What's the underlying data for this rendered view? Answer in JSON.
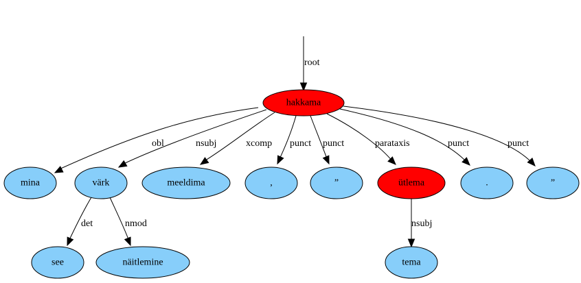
{
  "colors": {
    "head": "#ff0000",
    "dependent": "#87cefa",
    "stroke": "#000000"
  },
  "root_label": "root",
  "nodes": [
    {
      "id": "hakkama",
      "label": "hakkama",
      "kind": "head"
    },
    {
      "id": "mina",
      "label": "mina",
      "kind": "dependent"
    },
    {
      "id": "vark",
      "label": "värk",
      "kind": "dependent"
    },
    {
      "id": "meeldima",
      "label": "meeldima",
      "kind": "dependent"
    },
    {
      "id": "comma",
      "label": ",",
      "kind": "dependent"
    },
    {
      "id": "quote1",
      "label": "”",
      "kind": "dependent"
    },
    {
      "id": "utlema",
      "label": "ütlema",
      "kind": "head"
    },
    {
      "id": "period",
      "label": ".",
      "kind": "dependent"
    },
    {
      "id": "quote2",
      "label": "”",
      "kind": "dependent"
    },
    {
      "id": "see",
      "label": "see",
      "kind": "dependent"
    },
    {
      "id": "naitlemine",
      "label": "näitlemine",
      "kind": "dependent"
    },
    {
      "id": "tema",
      "label": "tema",
      "kind": "dependent"
    }
  ],
  "edges": [
    {
      "from": "hakkama",
      "to": "mina",
      "label": "obl"
    },
    {
      "from": "hakkama",
      "to": "vark",
      "label": "nsubj"
    },
    {
      "from": "hakkama",
      "to": "meeldima",
      "label": "xcomp"
    },
    {
      "from": "hakkama",
      "to": "comma",
      "label": "punct"
    },
    {
      "from": "hakkama",
      "to": "quote1",
      "label": "punct"
    },
    {
      "from": "hakkama",
      "to": "utlema",
      "label": "parataxis"
    },
    {
      "from": "hakkama",
      "to": "period",
      "label": "punct"
    },
    {
      "from": "hakkama",
      "to": "quote2",
      "label": "punct"
    },
    {
      "from": "vark",
      "to": "see",
      "label": "det"
    },
    {
      "from": "vark",
      "to": "naitlemine",
      "label": "nmod"
    },
    {
      "from": "utlema",
      "to": "tema",
      "label": "nsubj"
    }
  ]
}
